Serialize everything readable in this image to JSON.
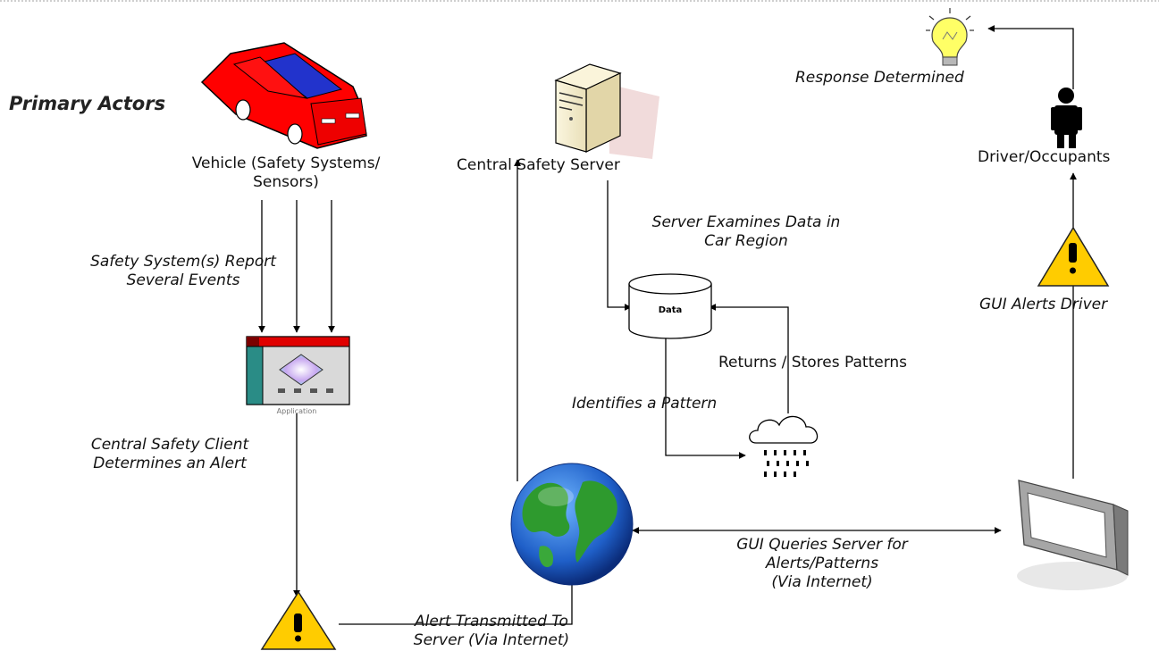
{
  "title": "Primary Actors",
  "nodes": {
    "vehicle": {
      "label_line1": "Vehicle (Safety Systems/",
      "label_line2": "Sensors)",
      "icon": "car-icon"
    },
    "server": {
      "label": "Central Safety Server",
      "icon": "server-icon"
    },
    "driver": {
      "label": "Driver/Occupants",
      "icon": "person-icon"
    },
    "response": {
      "label": "Response Determined",
      "icon": "lightbulb-icon"
    },
    "client": {
      "label": "Application",
      "icon": "application-icon"
    },
    "data": {
      "label": "Data",
      "icon": "database-icon"
    },
    "internet": {
      "icon": "globe-icon"
    },
    "pattern": {
      "icon": "cloud-rain-icon"
    },
    "gui": {
      "icon": "monitor-icon"
    },
    "alert": {
      "icon": "warning-icon"
    },
    "gui_alert": {
      "icon": "warning-icon"
    }
  },
  "edges": {
    "report_line1": "Safety System(s) Report",
    "report_line2": "Several Events",
    "client_alert_line1": "Central Safety Client",
    "client_alert_line2": "Determines an Alert",
    "examines_line1": "Server Examines Data in",
    "examines_line2": "Car Region",
    "returns": "Returns / Stores Patterns",
    "identifies": "Identifies a Pattern",
    "gui_alerts": "GUI Alerts Driver",
    "queries_line1": "GUI Queries Server for",
    "queries_line2": "Alerts/Patterns",
    "queries_line3": "(Via Internet)",
    "transmitted_line1": "Alert Transmitted To",
    "transmitted_line2": "Server (Via Internet)"
  },
  "colors": {
    "car_body": "#ff0000",
    "car_window": "#2233cc",
    "warning": "#ffcc00",
    "globe_ocean": "#1f5fc8",
    "globe_land": "#2e9a2e",
    "app_teal": "#2a8c86",
    "app_red": "#e00000",
    "server_beige": "#f3eccd",
    "bulb": "#ffff66"
  }
}
